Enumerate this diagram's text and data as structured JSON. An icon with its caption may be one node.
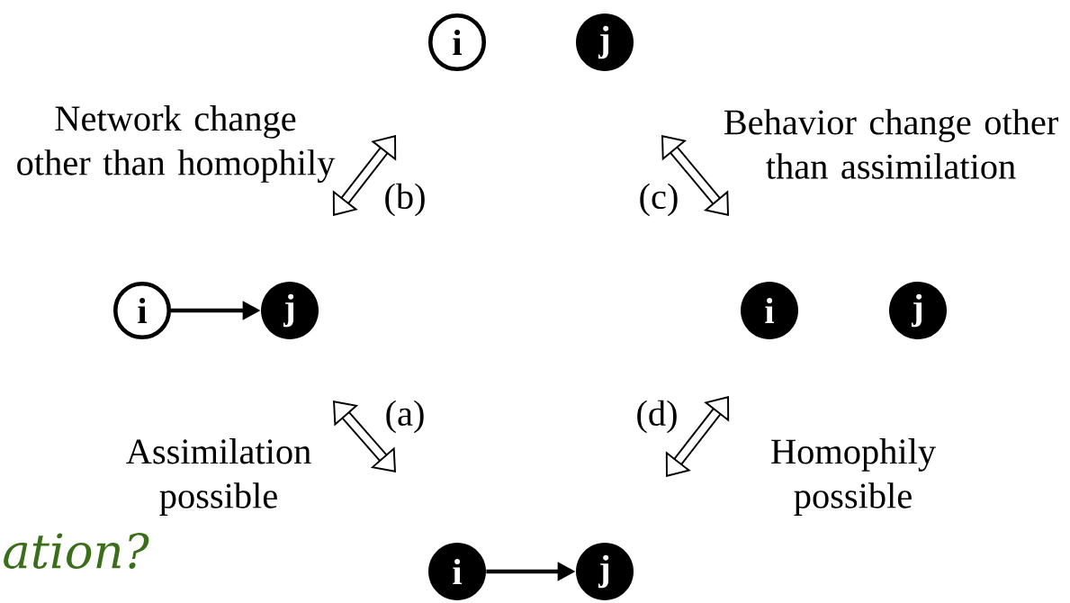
{
  "diagram": {
    "nodes": [
      {
        "text": [
          "i"
        ]
      },
      {
        "text": [
          "j"
        ]
      },
      {
        "text": [
          "i"
        ]
      },
      {
        "text": [
          "j"
        ]
      },
      {
        "text": [
          "i"
        ]
      },
      {
        "text": [
          "j"
        ]
      },
      {
        "text": [
          "i"
        ]
      },
      {
        "text": [
          "j"
        ]
      }
    ],
    "edges": [
      {
        "from": 2,
        "to": 3,
        "arrow": "to"
      },
      {
        "from": 6,
        "to": 7,
        "arrow": "to"
      }
    ],
    "labels": [
      "Network change other than homophily",
      "Behavior change other than assimilation",
      "(b)",
      "(c)",
      "(a)",
      "(d)",
      "Assimilation possible",
      "Homophily possible",
      "ation?"
    ]
  }
}
